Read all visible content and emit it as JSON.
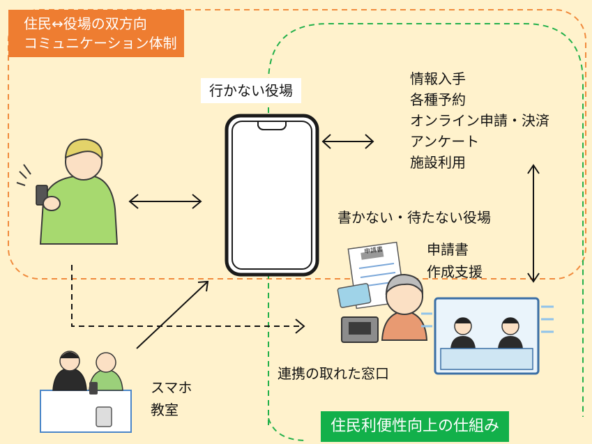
{
  "labels": {
    "orange_tag_line1": "住民↔役場の双方向",
    "orange_tag_line2": "コミュニケーション体制",
    "green_tag": "住民利便性向上の仕組み",
    "phone_title": "行かない役場",
    "services": [
      "情報入手",
      "各種予約",
      "オンライン申請・決済",
      "アンケート",
      "施設利用"
    ],
    "no_write_no_wait": "書かない・待たない役場",
    "support_line1": "申請書",
    "support_line2": "作成支援",
    "counter": "連携の取れた窓口",
    "class_line1": "スマホ",
    "class_line2": "教室",
    "form_title": "申請書"
  },
  "colors": {
    "background": "#fff2cc",
    "orange": "#ee7d31",
    "green": "#12b04a",
    "dashed_orange": "#f08a3c",
    "dashed_green": "#22b04a"
  },
  "icons": [
    "person-with-phone-icon",
    "smartphone-icon",
    "elderly-woman-icon",
    "counter-staff-icon",
    "smartphone-class-icon",
    "application-form-icon"
  ]
}
